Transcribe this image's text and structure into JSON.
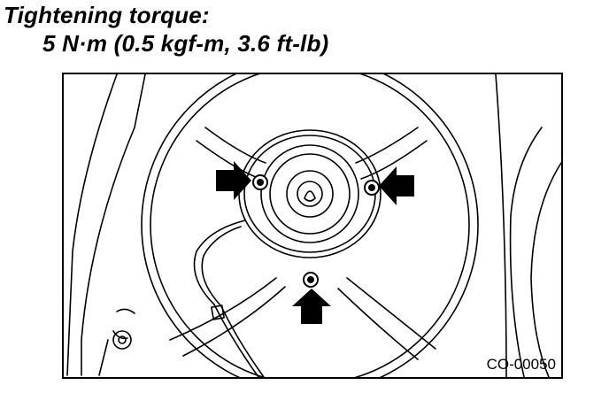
{
  "caption": {
    "title": "Tightening torque:",
    "value": "5 N·m (0.5 kgf-m, 3.6 ft-lb)"
  },
  "figure": {
    "reference_code": "CO-00050",
    "icons": [
      "bolt-icon",
      "arrow-icon"
    ]
  }
}
